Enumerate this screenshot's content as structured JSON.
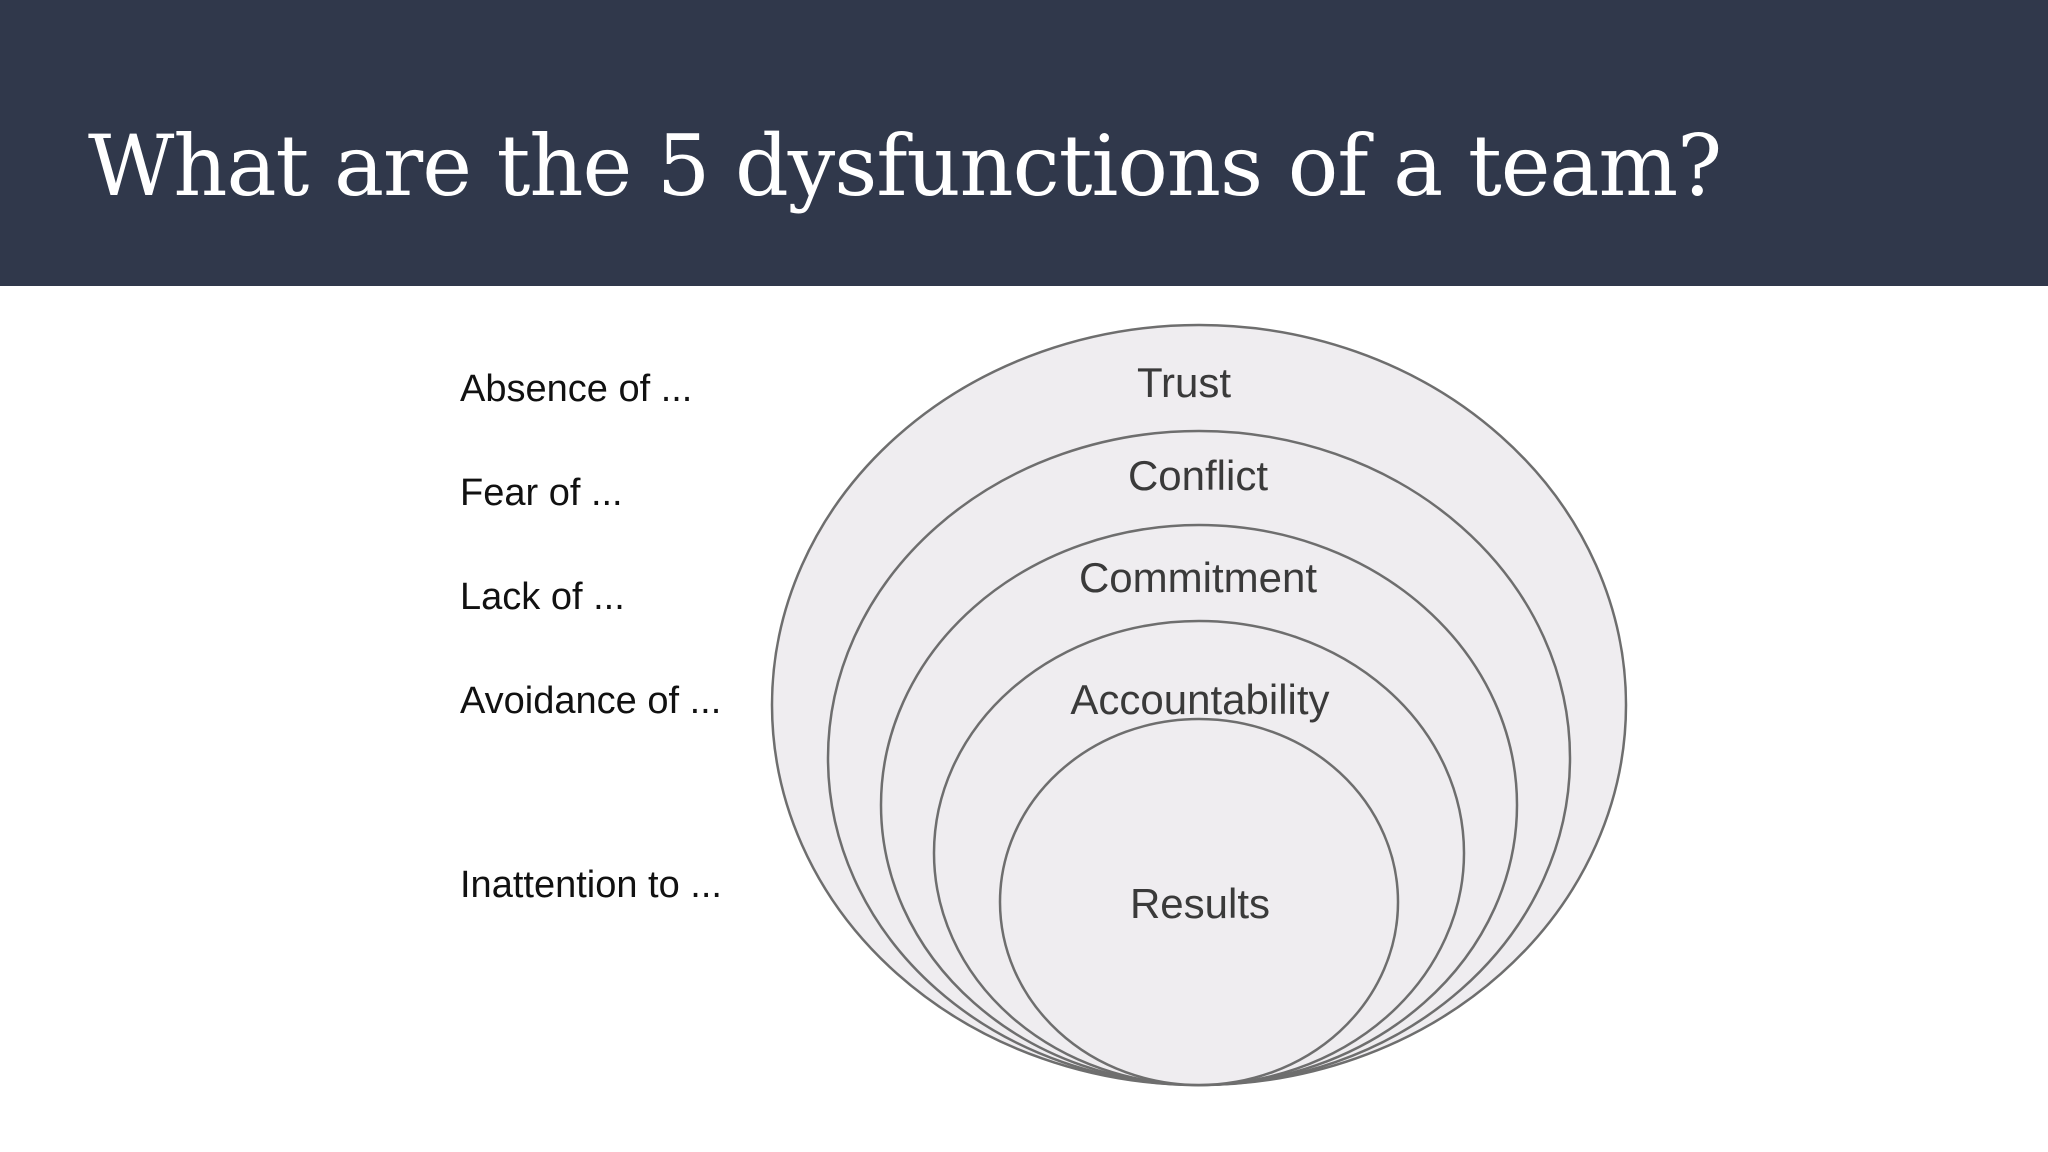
{
  "slide": {
    "title": "What are the 5 dysfunctions of a team?"
  },
  "prompts": [
    "Absence of ...",
    "Fear of ...",
    "Lack of ...",
    "Avoidance of ...",
    "Inattention to ..."
  ],
  "diagram": {
    "rings": [
      "Trust",
      "Conflict",
      "Commitment",
      "Accountability",
      "Results"
    ]
  }
}
